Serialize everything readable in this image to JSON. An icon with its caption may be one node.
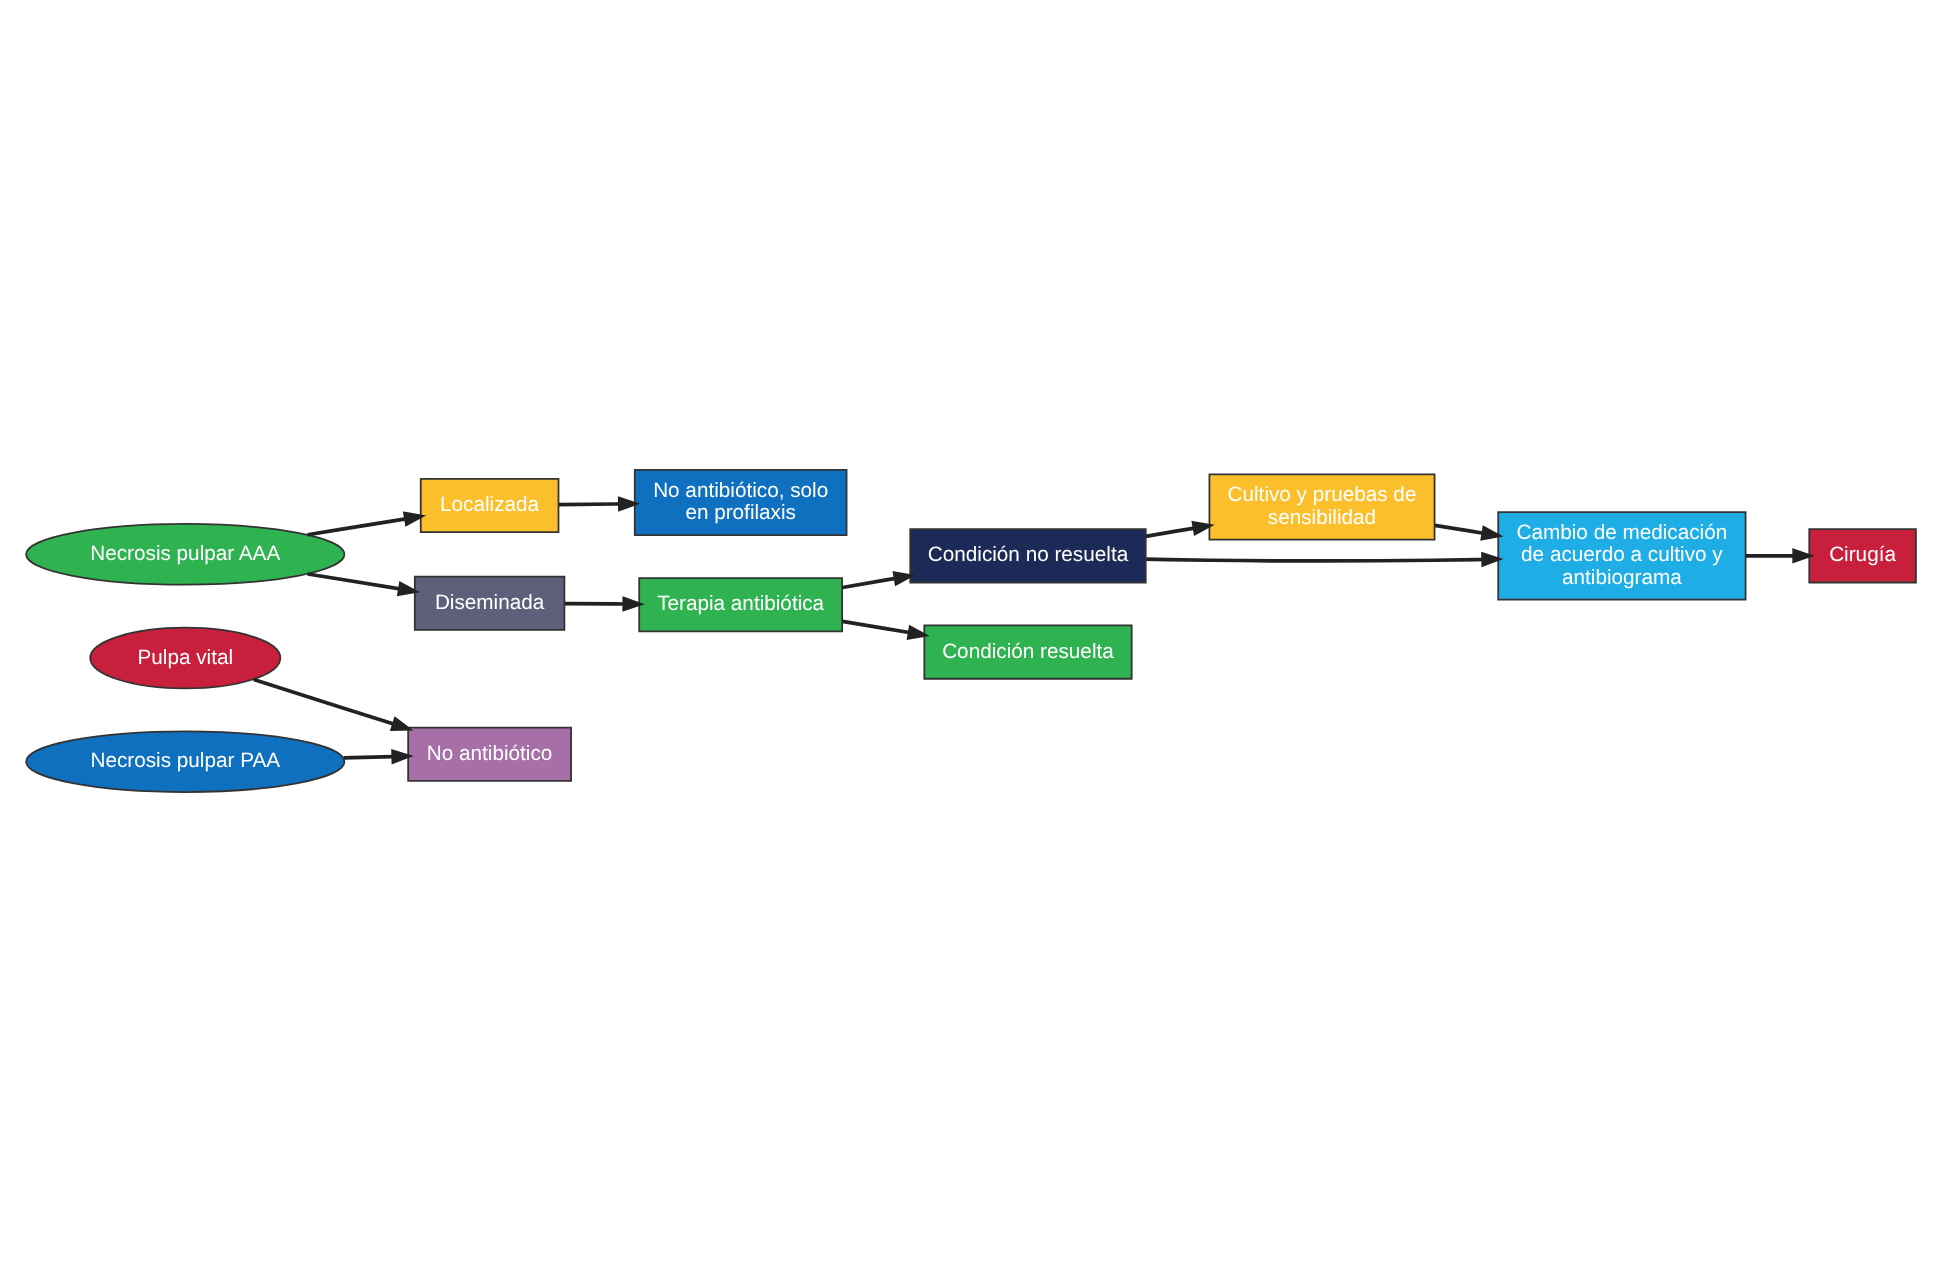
{
  "diagram": {
    "nodes": [
      {
        "text": [
          "Pulpa vital"
        ]
      },
      {
        "text": [
          "No antibiótico"
        ]
      },
      {
        "text": [
          "No antibiótico, solo en profilaxis"
        ]
      },
      {
        "text": [
          "Necrosis pulpar PAA"
        ]
      },
      {
        "text": [
          "Localizada"
        ]
      },
      {
        "text": [
          "Terapia antibiótica"
        ]
      },
      {
        "text": [
          "Necrosis pulpar AAA"
        ]
      },
      {
        "text": [
          "Diseminada"
        ]
      },
      {
        "text": [
          "Condición no resuelta"
        ]
      },
      {
        "text": [
          "Condición resuelta"
        ]
      },
      {
        "text": [
          "Cultivo y pruebas de sensibilidad"
        ]
      },
      {
        "text": [
          "Cambio de medicación de acuerdo a cultivo y antibiograma"
        ]
      },
      {
        "text": [
          "Cirugía"
        ]
      }
    ],
    "edges": [
      {
        "from": 0,
        "to": 1,
        "arrow": "to"
      },
      {
        "from": 3,
        "to": 1,
        "arrow": "to"
      },
      {
        "from": 4,
        "to": 2,
        "arrow": "to"
      },
      {
        "from": 6,
        "to": 4,
        "arrow": "to"
      },
      {
        "from": 6,
        "to": 7,
        "arrow": "to"
      },
      {
        "from": 7,
        "to": 5,
        "arrow": "to"
      },
      {
        "from": 5,
        "to": 8,
        "arrow": "to"
      },
      {
        "from": 5,
        "to": 9,
        "arrow": "to"
      },
      {
        "from": 8,
        "to": 10,
        "arrow": "to"
      },
      {
        "from": 8,
        "to": 11,
        "arrow": "to"
      },
      {
        "from": 10,
        "to": 11,
        "arrow": "to"
      },
      {
        "from": 11,
        "to": 12,
        "arrow": "to"
      }
    ]
  }
}
